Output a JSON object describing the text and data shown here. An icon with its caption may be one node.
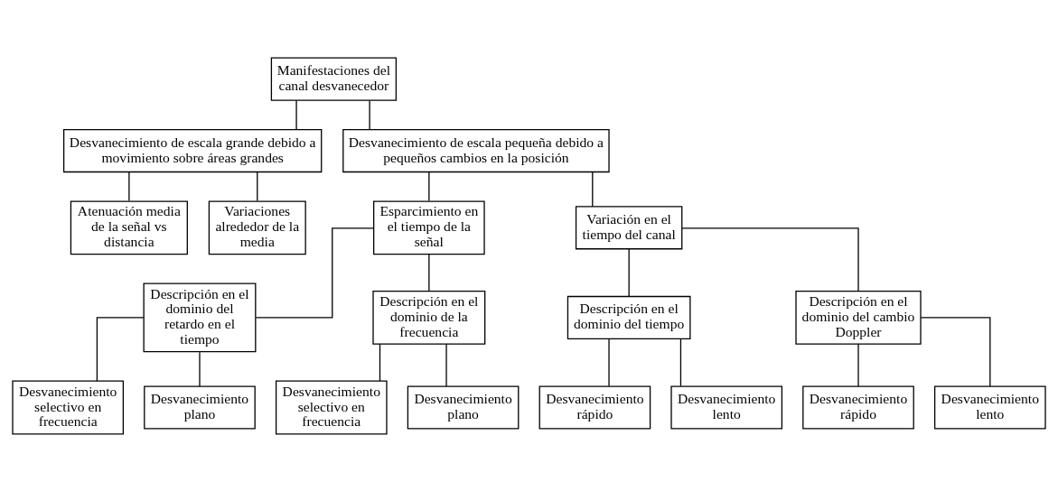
{
  "diagram": {
    "nodes": [
      {
        "text": [
          "Manifestaciones del canal desvanecedor"
        ]
      },
      {
        "text": [
          "Desvanecimiento de escala grande debido a movimiento sobre áreas grandes"
        ]
      },
      {
        "text": [
          "Desvanecimiento de escala pequeña debido a pequeños cambios en la posición"
        ]
      },
      {
        "text": [
          "Atenuación media de la señal vs distancia"
        ]
      },
      {
        "text": [
          "Variaciones alrededor de la media"
        ]
      },
      {
        "text": [
          "Esparcimiento en el tiempo de la señal"
        ]
      },
      {
        "text": [
          "Variación en el tiempo del canal"
        ]
      },
      {
        "text": [
          "Descripción en el dominio del retardo en el tiempo"
        ]
      },
      {
        "text": [
          "Descripción en el dominio de la frecuencia"
        ]
      },
      {
        "text": [
          "Descripción en el dominio del tiempo"
        ]
      },
      {
        "text": [
          "Descripción en el dominio del cambio Doppler"
        ]
      },
      {
        "text": [
          "Desvanecimiento selectivo en frecuencia"
        ]
      },
      {
        "text": [
          "Desvanecimiento plano"
        ]
      },
      {
        "text": [
          "Desvanecimiento rápido"
        ]
      },
      {
        "text": [
          "Desvanecimiento lento"
        ]
      },
      {
        "text": [
          "Desvanecimiento selectivo en frecuencia"
        ]
      },
      {
        "text": [
          "Desvanecimiento plano"
        ]
      },
      {
        "text": [
          "Desvanecimiento rápido"
        ]
      },
      {
        "text": [
          "Desvanecimiento lento"
        ]
      }
    ],
    "edges": [
      {
        "from": 0,
        "to": 1,
        "arrow": "none"
      },
      {
        "from": 0,
        "to": 2,
        "arrow": "none"
      },
      {
        "from": 1,
        "to": 3,
        "arrow": "none"
      },
      {
        "from": 1,
        "to": 4,
        "arrow": "none"
      },
      {
        "from": 2,
        "to": 5,
        "arrow": "none"
      },
      {
        "from": 2,
        "to": 6,
        "arrow": "none"
      },
      {
        "from": 5,
        "to": 7,
        "arrow": "none"
      },
      {
        "from": 5,
        "to": 8,
        "arrow": "none"
      },
      {
        "from": 6,
        "to": 9,
        "arrow": "none"
      },
      {
        "from": 6,
        "to": 10,
        "arrow": "none"
      },
      {
        "from": 7,
        "to": 11,
        "arrow": "none"
      },
      {
        "from": 7,
        "to": 12,
        "arrow": "none"
      },
      {
        "from": 8,
        "to": 15,
        "arrow": "none"
      },
      {
        "from": 8,
        "to": 16,
        "arrow": "none"
      },
      {
        "from": 9,
        "to": 13,
        "arrow": "none"
      },
      {
        "from": 9,
        "to": 14,
        "arrow": "none"
      },
      {
        "from": 10,
        "to": 17,
        "arrow": "none"
      },
      {
        "from": 10,
        "to": 18,
        "arrow": "none"
      }
    ]
  }
}
